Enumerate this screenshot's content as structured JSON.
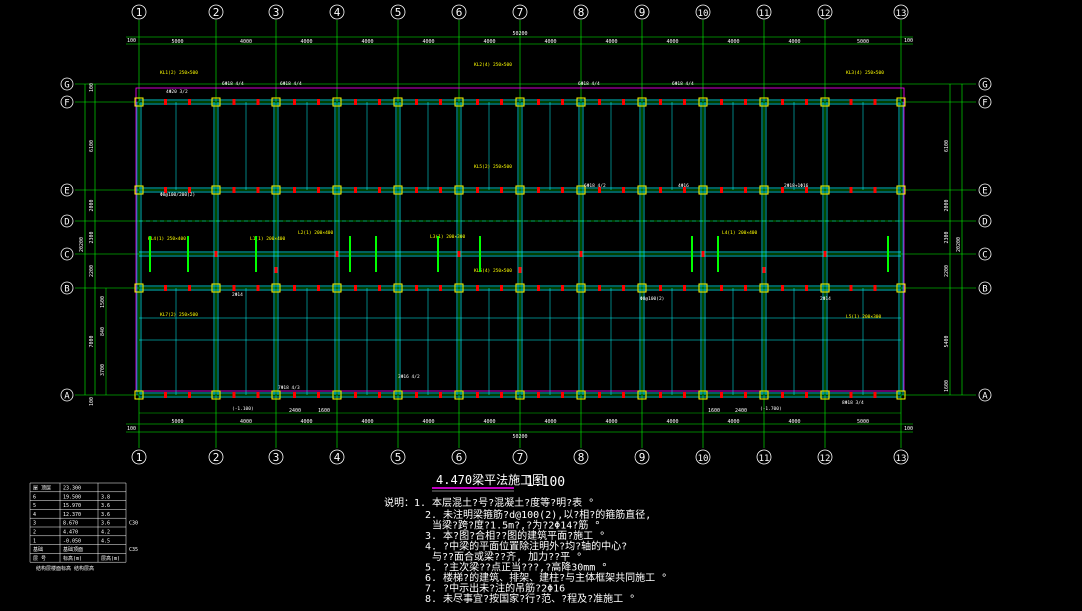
{
  "drawing": {
    "title": "4.470梁平法施工图",
    "scale": "1:100"
  },
  "axes": {
    "columns": [
      "1",
      "2",
      "3",
      "4",
      "5",
      "6",
      "7",
      "8",
      "9",
      "10",
      "11",
      "12",
      "13"
    ],
    "rows": [
      "G",
      "F",
      "E",
      "D",
      "C",
      "B",
      "A"
    ]
  },
  "dimensions": {
    "top_spans": [
      "5000",
      "4000",
      "4000",
      "4000",
      "4000",
      "4000",
      "4000",
      "4000",
      "4000",
      "4000",
      "4000",
      "5000"
    ],
    "top_total": "50200",
    "top_edge_left": "100",
    "top_edge_right": "100",
    "bottom_spans": [
      "5000",
      "4000",
      "4000",
      "4000",
      "4000",
      "4000",
      "4000",
      "4000",
      "4000",
      "4000",
      "4000",
      "5000"
    ],
    "bottom_total": "50200",
    "bottom_edge_left": "100",
    "bottom_edge_right": "100",
    "bottom_local_left": [
      "2400",
      "1600"
    ],
    "bottom_local_right": [
      "1600",
      "2400"
    ],
    "left_spans": [
      "6100",
      "2000",
      "2300",
      "2200",
      "7000"
    ],
    "left_sub": [
      "1500",
      "840",
      "3700"
    ],
    "left_total": "20200",
    "right_spans": [
      "6100",
      "2000",
      "2300",
      "2200",
      "5400"
    ],
    "right_sub": [
      "1600"
    ],
    "right_total": "20200",
    "edge_100": "100"
  },
  "annotations": {
    "yellow": [
      "KL1(2) 250×500",
      "KL2(4) 250×500",
      "KL3(4) 250×500",
      "KL4(1) 250×400",
      "L1(1) 200×400",
      "L2(1) 200×400",
      "L3(1) 200×300",
      "KL5(2) 250×500",
      "KL6(4) 250×500",
      "L4(1) 200×400",
      "KL7(2) 250×500",
      "L5(1) 200×300"
    ],
    "white": [
      "6Φ18 4/4",
      "6Φ18 4/4",
      "6Φ18 4/4",
      "6Φ18 4/4",
      "4Φ20 3/2",
      "3Φ16 4/2",
      "7Φ18 4/3",
      "2Φ14",
      "6Φ18 4/2",
      "4Φ16",
      "2Φ18+1Φ16",
      "8Φ18 3/4",
      "(-1.100)",
      "(-1.700)",
      "Φ8@100/200(2)",
      "2Φ14",
      "Φ8@100(2)"
    ]
  },
  "notes": {
    "heading": "说明：1. 本层混土?号?混凝土?度等?明?表 °",
    "lines": [
      "2. 未注明梁箍筋?d@100(2),以?相?的箍筋直径,",
      "当梁?跨?度?1.5m?,?为?2Φ14?筋 °",
      "3. 本?图?合相??图的建筑平面?施工 °",
      "4. ?中梁的平面位置除注明外?均?轴的中心?",
      "与??面合或梁??齐, 加力??平 °",
      "5. ?主次梁??点正当???,?高降30mm °",
      "6. 楼梯?的建筑、排架、建柱?与主体框架共同施工 °",
      "7. ?中示出未?注的吊筋?2Φ16",
      "8. 未尽事宜?按国家?行?范、?程及?准施工 °"
    ]
  },
  "level_table": {
    "rows": [
      [
        "屋 顶层",
        "23.300",
        ""
      ],
      [
        "6",
        "19.500",
        "3.8"
      ],
      [
        "5",
        "15.970",
        "3.6"
      ],
      [
        "4",
        "12.370",
        "3.6"
      ],
      [
        "3",
        "8.670",
        "3.6"
      ],
      [
        "2",
        "4.470",
        "4.2"
      ],
      [
        "1",
        "-0.050",
        "4.5"
      ],
      [
        "基础",
        "基础顶面",
        ""
      ]
    ],
    "header": [
      "层 号",
      "标高(m)",
      "层高(m)"
    ],
    "side_labels": [
      "C30",
      "C35"
    ],
    "footer": "结构层楼面标高  结构层高"
  },
  "colors": {
    "background": "#000000",
    "grid": "#00ff00",
    "beam": "#00ffff",
    "column": "#ffff00",
    "rebar": "#ff0000",
    "edge": "#ff00ff",
    "text": "#ffffff"
  }
}
